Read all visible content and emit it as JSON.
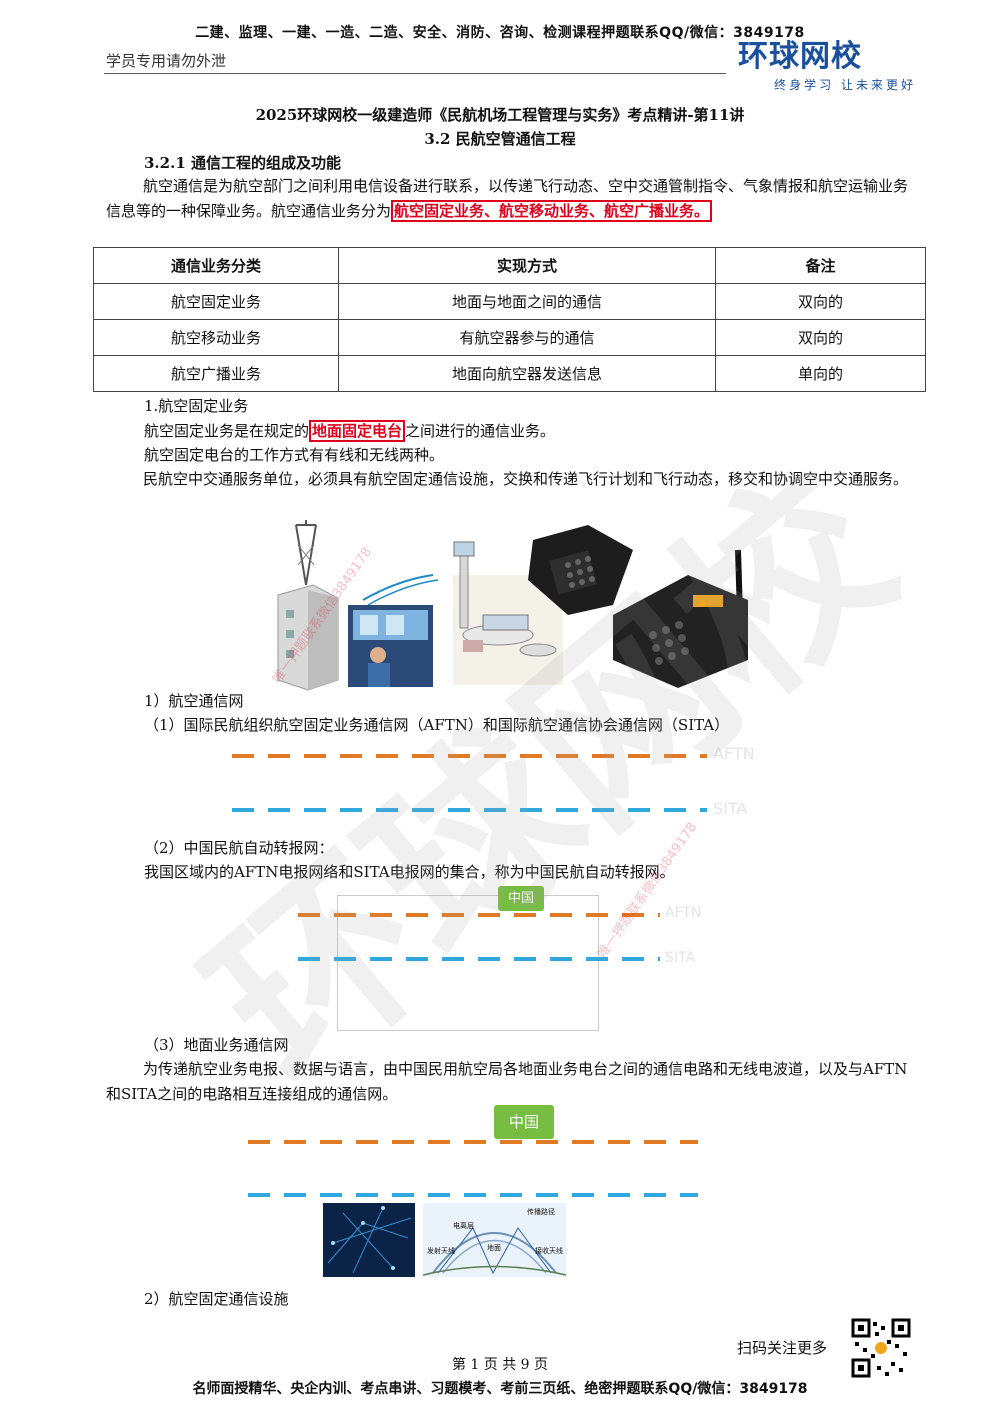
{
  "header": {
    "top_banner": "二建、监理、一建、一造、二造、安全、消防、咨询、检测课程押题联系QQ/微信：3849178",
    "left_note": "学员专用请勿外泄",
    "logo_text": "环球网校",
    "logo_slogan": "终身学习 让未来更好"
  },
  "doc": {
    "title": "2025环球网校一级建造师《民航机场工程管理与实务》考点精讲-第11讲",
    "section": "3.2 民航空管通信工程",
    "subsection": "3.2.1 通信工程的组成及功能",
    "intro_part1": "航空通信是为航空部门之间利用电信设备进行联系，以传递飞行动态、空中交通管制指令、气象情报和航空运输业务信息等的一种保障业务。航空通信业务分为",
    "intro_highlight": "航空固定业务、航空移动业务、航空广播业务。"
  },
  "table": {
    "headers": [
      "通信业务分类",
      "实现方式",
      "备注"
    ],
    "rows": [
      [
        "航空固定业务",
        "地面与地面之间的通信",
        "双向的"
      ],
      [
        "航空移动业务",
        "有航空器参与的通信",
        "双向的"
      ],
      [
        "航空广播业务",
        "地面向航空器发送信息",
        "单向的"
      ]
    ]
  },
  "fixed": {
    "heading": "1.航空固定业务",
    "line1_a": "航空固定业务是在规定的",
    "line1_hl": "地面固定电台",
    "line1_b": "之间进行的通信业务。",
    "line2": "航空固定电台的工作方式有有线和无线两种。",
    "line3": "民航空中交通服务单位，必须具有航空固定通信设施，交换和传递飞行计划和飞行动态，移交和协调空中交通服务。"
  },
  "network": {
    "heading": "1）航空通信网",
    "item1": "（1）国际民航组织航空固定业务通信网（AFTN）和国际航空通信协会通信网（SITA）",
    "aftn": "AFTN",
    "sita": "SITA",
    "item2": "（2）中国民航自动转报网：",
    "item2_desc": "我国区域内的AFTN电报网络和SITA电报网的集合，称为中国民航自动转报网。",
    "china": "中国",
    "item3": "（3）地面业务通信网",
    "item3_desc": "为传递航空业务电报、数据与语言，由中国民用航空局各地面业务电台之间的通信电路和无线电波道，以及与AFTN和SITA之间的电路相互连接组成的通信网。",
    "diagram_labels": [
      "电离层",
      "传播路径",
      "发射天线",
      "地面",
      "接收天线"
    ]
  },
  "facility": {
    "heading": "2）航空固定通信设施"
  },
  "watermark": {
    "big": "环球网校",
    "small": "唯一押题联系微信3849178"
  },
  "footer": {
    "scan": "扫码关注更多",
    "page": "第 1 页 共 9 页",
    "bottom": "名师面授精华、央企内训、考点串讲、习题模考、考前三页纸、绝密押题联系QQ/微信：3849178"
  }
}
